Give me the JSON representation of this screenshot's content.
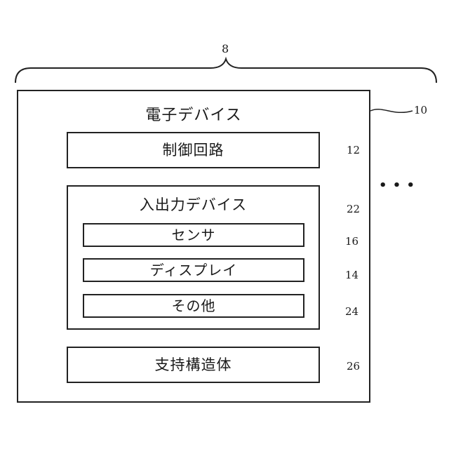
{
  "diagram": {
    "group_ref": "8",
    "device": {
      "title": "電子デバイス",
      "ref": "10"
    },
    "control_circuit": {
      "label": "制御回路",
      "ref": "12"
    },
    "io_devices": {
      "title": "入出力デバイス",
      "ref": "22",
      "items": [
        {
          "label": "センサ",
          "ref": "16"
        },
        {
          "label": "ディスプレイ",
          "ref": "14"
        },
        {
          "label": "その他",
          "ref": "24"
        }
      ]
    },
    "support_structure": {
      "label": "支持構造体",
      "ref": "26"
    },
    "ellipsis": "• • •"
  }
}
